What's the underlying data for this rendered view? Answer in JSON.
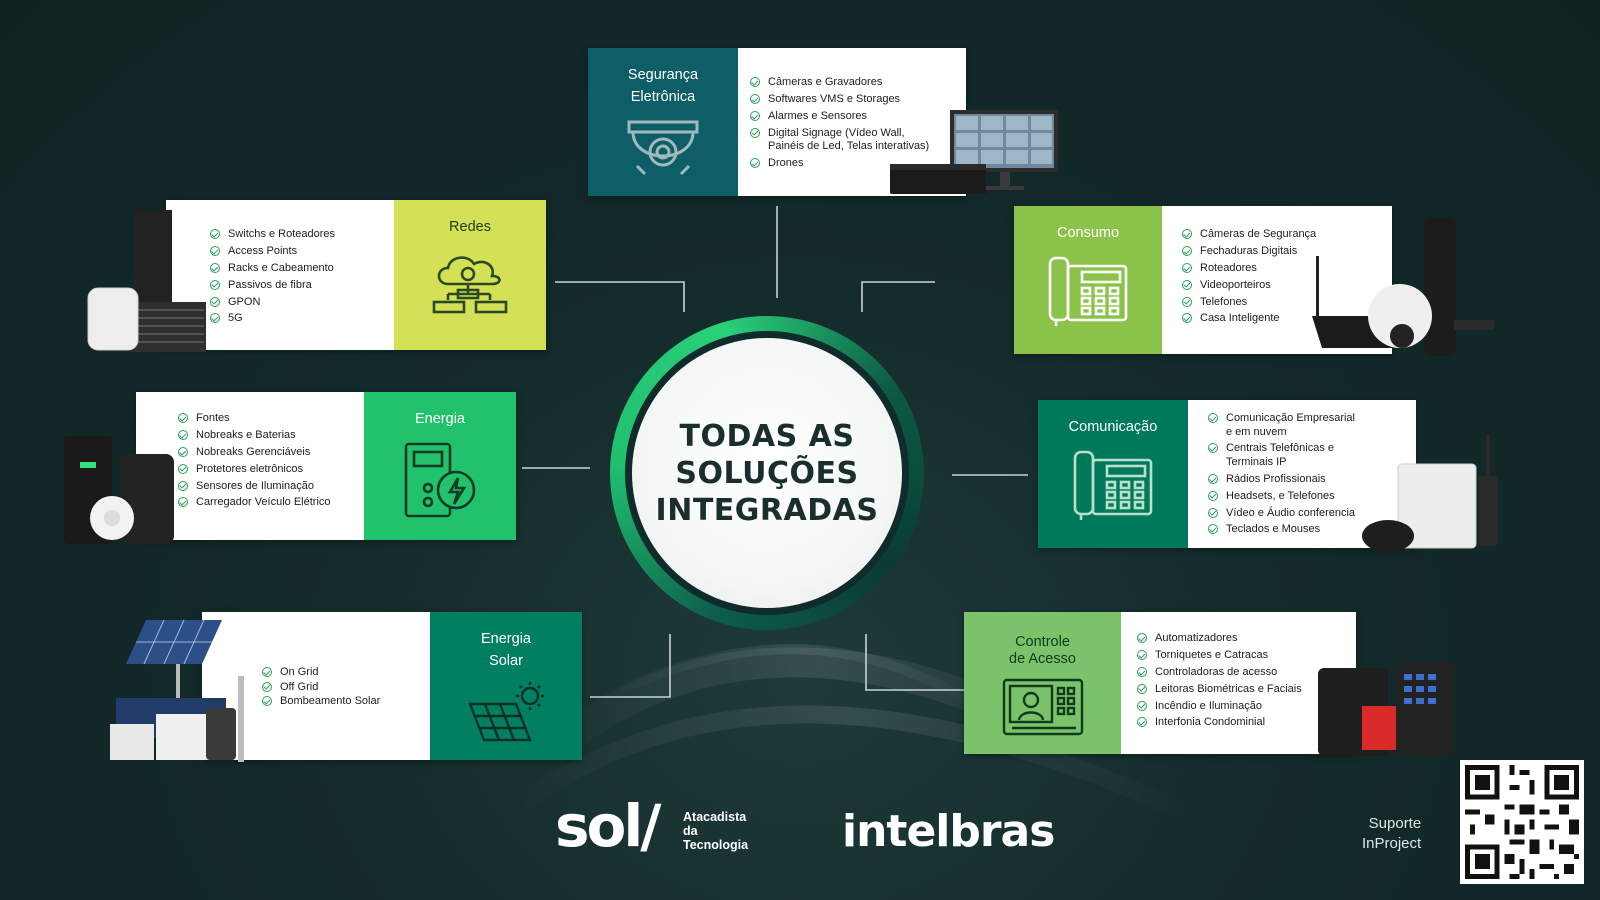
{
  "center": {
    "title": "TODAS AS\nSOLUÇÕES\nINTEGRADAS"
  },
  "colors": {
    "teal_dark": "#0d5e66",
    "lime": "#d4e157",
    "green_bright": "#21c26b",
    "green_light": "#8bc34a",
    "green_mid": "#00795a",
    "green_deep": "#008060",
    "green_soft": "#7cc26a"
  },
  "sections": {
    "seguranca": {
      "title": "Segurança\nEletrônica",
      "icon": "dome-camera-icon",
      "items": [
        "Câmeras e Gravadores",
        "Softwares VMS e Storages",
        "Alarmes e Sensores",
        "Digital Signage (Vídeo Wall,\nPainéis de Led, Telas interativas)",
        "Drones"
      ]
    },
    "redes": {
      "title": "Redes",
      "icon": "cloud-network-icon",
      "items": [
        "Switchs e Roteadores",
        "Access Points",
        "Racks e Cabeamento",
        "Passivos de fibra",
        "GPON",
        "5G"
      ]
    },
    "consumo": {
      "title": "Consumo",
      "icon": "desk-phone-icon",
      "items": [
        "Câmeras de Segurança",
        "Fechaduras Digitais",
        "Roteadores",
        "Videoporteiros",
        "Telefones",
        "Casa Inteligente"
      ]
    },
    "energia": {
      "title": "Energia",
      "icon": "power-supply-icon",
      "items": [
        "Fontes",
        "Nobreaks e Baterias",
        "Nobreaks Gerenciáveis",
        "Protetores eletrônicos",
        "Sensores de Iluminação",
        "Carregador Veículo Elétrico"
      ]
    },
    "comunicacao": {
      "title": "Comunicação",
      "icon": "desk-phone-icon",
      "items": [
        "Comunicação Empresarial\ne em nuvem",
        "Centrais Telefônicas e\nTerminais IP",
        "Rádios Profissionais",
        "Headsets, e Telefones",
        "Vídeo e Áudio conferencia",
        "Teclados e Mouses"
      ]
    },
    "solar": {
      "title": "Energia\nSolar",
      "icon": "solar-panel-icon",
      "items": [
        "On Grid",
        "Off Grid",
        "Bombeamento Solar"
      ]
    },
    "acesso": {
      "title": "Controle\nde Acesso",
      "icon": "access-control-icon",
      "items": [
        "Automatizadores",
        "Torniquetes e Catracas",
        "Controladoras de acesso",
        "Leitoras Biométricas e Faciais",
        "Incêndio e Iluminação",
        "Interfonia Condominial"
      ]
    }
  },
  "brand": {
    "sol": "sol/",
    "sol_tagline": "Atacadista da\nTecnologia",
    "intelbras": "intelbras",
    "suporte": "Suporte\nInProject"
  }
}
